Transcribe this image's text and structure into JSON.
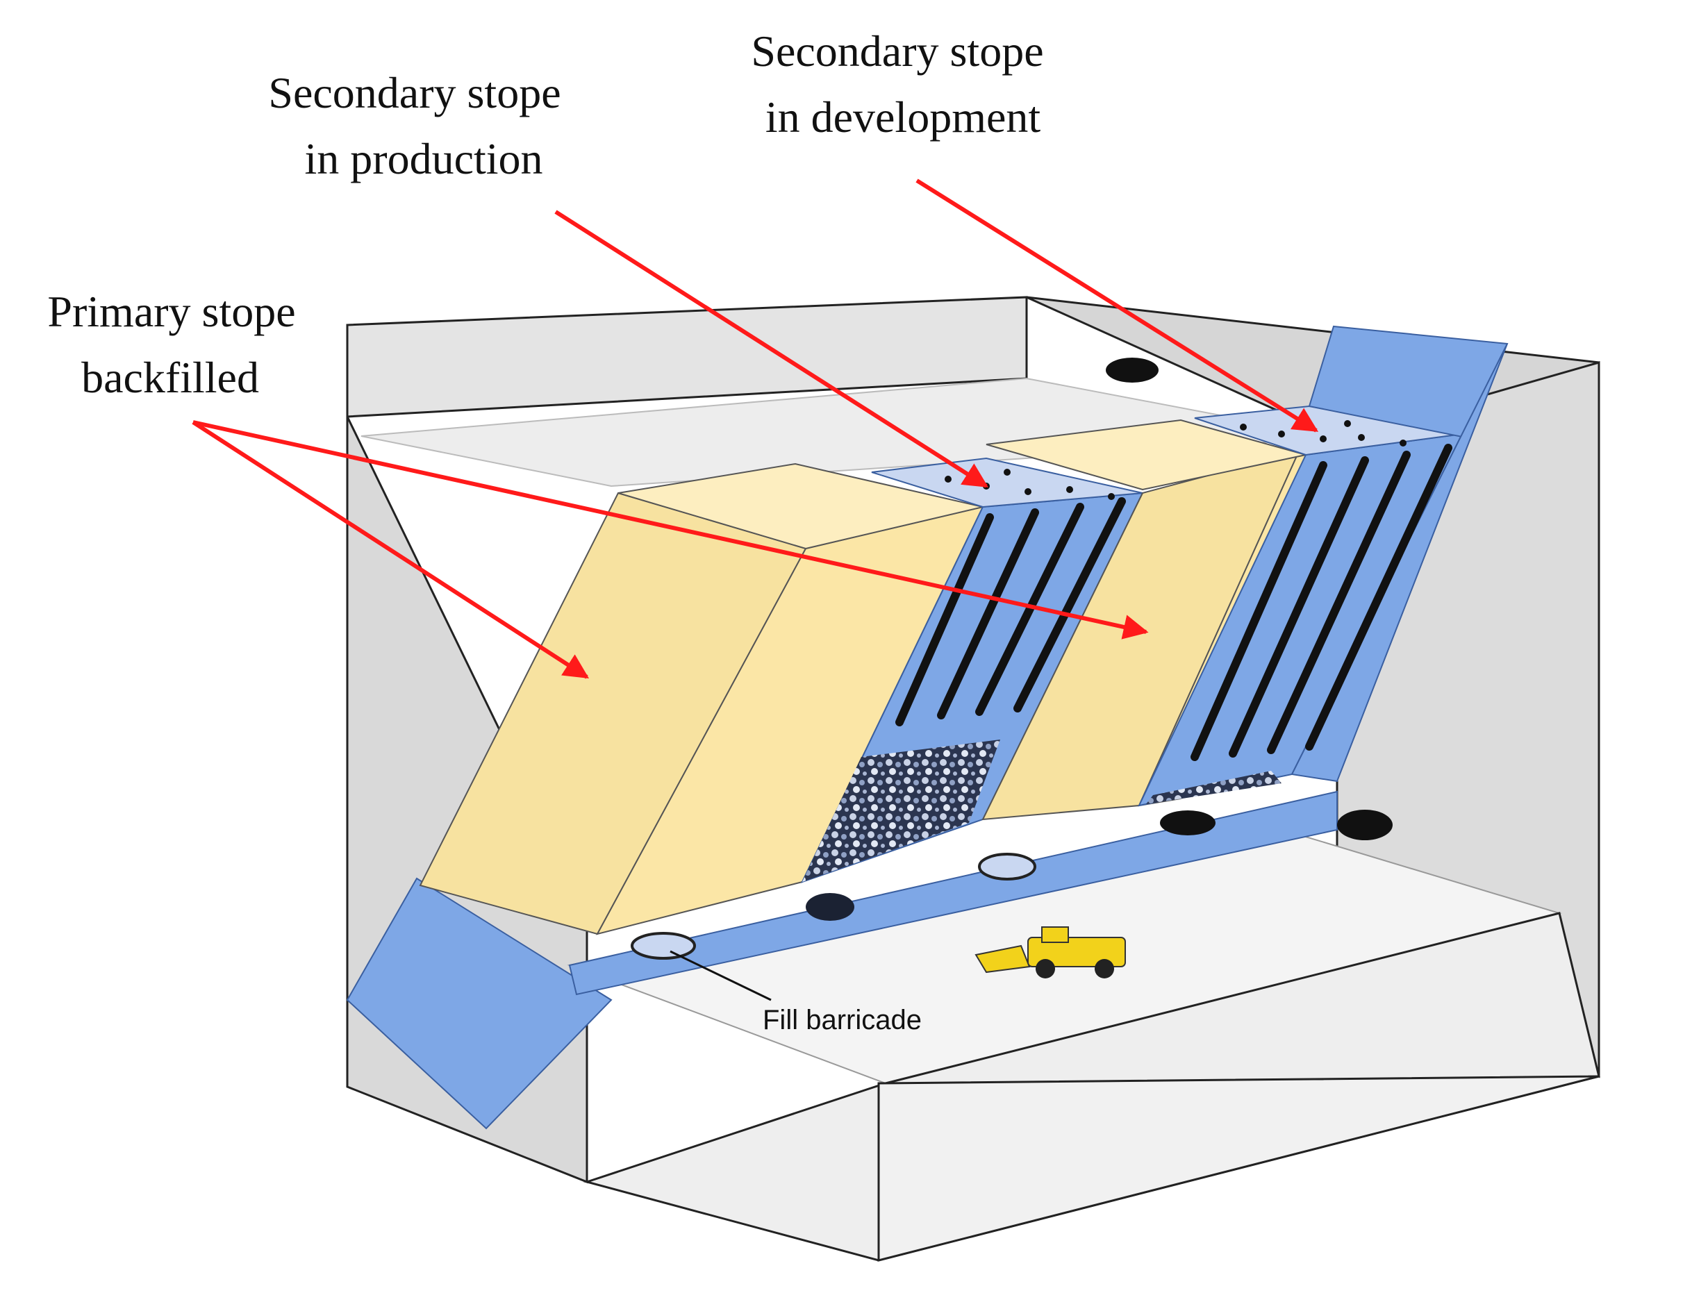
{
  "labels": {
    "secondary_production": [
      "Secondary  stope",
      "in production"
    ],
    "secondary_development": [
      "Secondary  stope",
      "in development"
    ],
    "primary_backfilled": [
      "Primary  stope",
      "backfilled"
    ],
    "fill_barricade": "Fill barricade"
  },
  "colors": {
    "ore_blue": "#7ea7e6",
    "backfill_yellow": "#fbe6a6",
    "rock_gray": "#d9d9d9",
    "rock_light": "#e9e9e9",
    "floor": "#f4f4f4",
    "arrow_red": "#ff1a1a",
    "drill_hole": "#111111",
    "loader_yellow": "#f2d21b"
  }
}
